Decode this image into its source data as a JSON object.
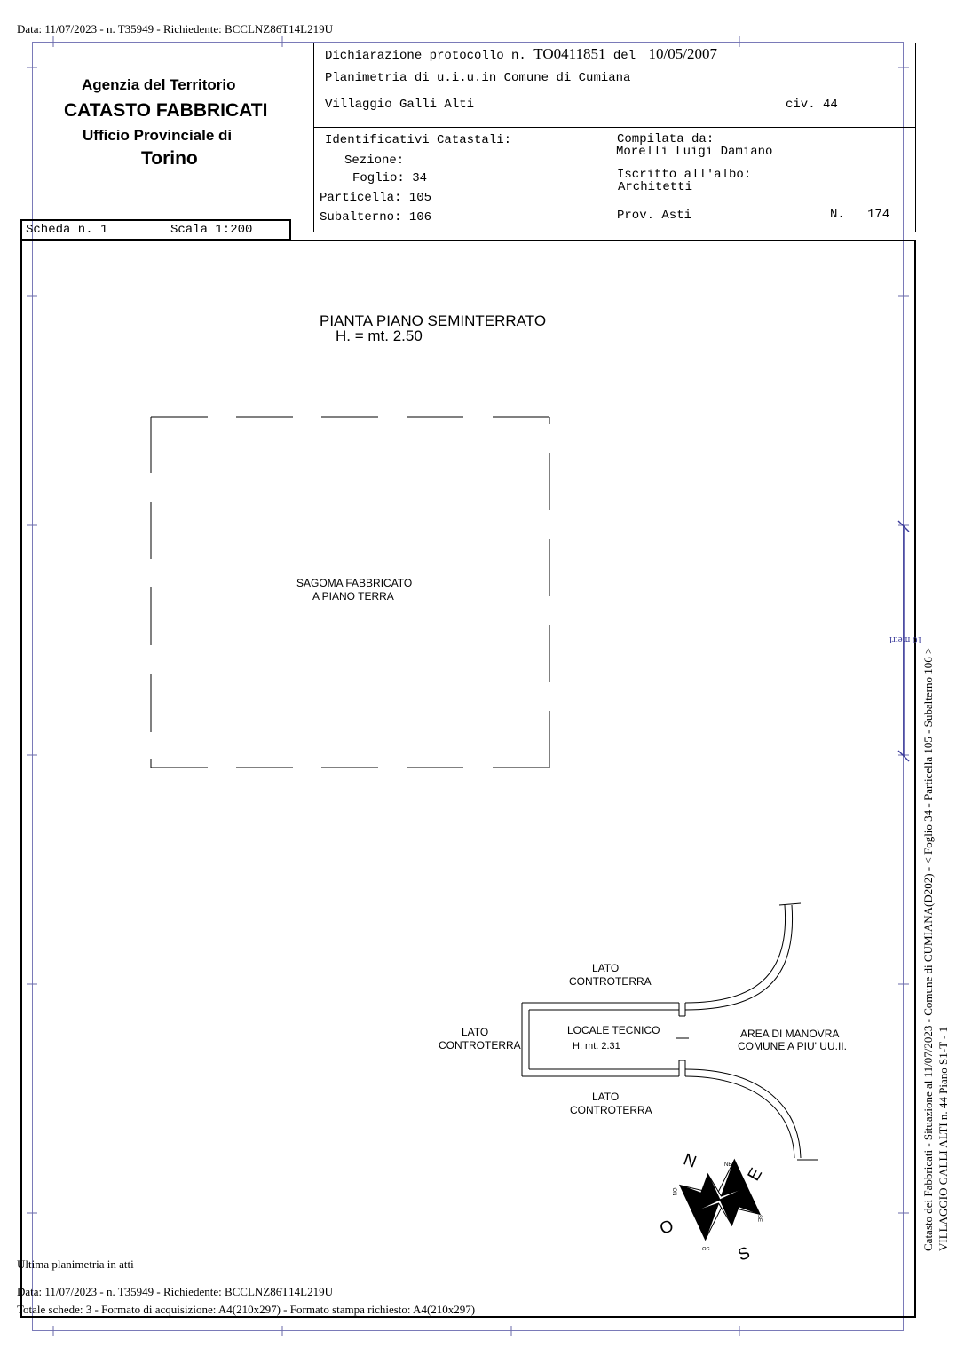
{
  "header_line": "Data: 11/07/2023 - n. T35949 - Richiedente: BCCLNZ86T14L219U",
  "agency": {
    "line1": "Agenzia del Territorio",
    "line2": "CATASTO FABBRICATI",
    "line3": "Ufficio Provinciale di",
    "line4": "Torino"
  },
  "declaration": {
    "prefix": "Dichiarazione protocollo n.",
    "number": "TO0411851",
    "del": "del",
    "date": "10/05/2007",
    "planimetria": "Planimetria di u.i.u.in Comune di Cumiana",
    "address": "Villaggio Galli Alti",
    "civ": "civ. 44"
  },
  "identifiers": {
    "title": "Identificativi Catastali:",
    "sezione": "Sezione:",
    "foglio": "Foglio: 34",
    "particella": "Particella: 105",
    "subalterno": "Subalterno: 106"
  },
  "compiler": {
    "label": "Compilata da:",
    "name": "Morelli Luigi Damiano",
    "albo_label": "Iscritto all'albo:",
    "albo": "Architetti",
    "prov": "Prov. Asti",
    "n_label": "N.",
    "n_value": "174"
  },
  "scheda": {
    "label": "Scheda n. 1",
    "scale": "Scala 1:200"
  },
  "plan": {
    "title": "PIANTA PIANO SEMINTERRATO",
    "height": "H. = mt. 2.50",
    "sagoma_1": "SAGOMA FABBRICATO",
    "sagoma_2": "A PIANO TERRA",
    "lato_top_1": "LATO",
    "lato_top_2": "CONTROTERRA",
    "lato_left_1": "LATO",
    "lato_left_2": "CONTROTERRA",
    "lato_bottom_1": "LATO",
    "lato_bottom_2": "CONTROTERRA",
    "locale_1": "LOCALE TECNICO",
    "locale_2": "H. mt. 2.31",
    "area_1": "AREA DI MANOVRA",
    "area_2": "COMUNE A PIU' UU.II.",
    "scale_bar": "10 metri"
  },
  "compass": {
    "n": "N",
    "e": "E",
    "s": "S",
    "o": "O",
    "ne": "NE",
    "no": "NO",
    "se": "SE",
    "so": "SO"
  },
  "side_text": {
    "line1": "Catasto dei Fabbricati - Situazione al 11/07/2023 - Comune di CUMIANA(D202) - < Foglio 34 - Particella 105 - Subalterno 106 >",
    "line2": "VILLAGGIO GALLI ALTI n. 44 Piano S1-T - 1"
  },
  "footer": {
    "ultima": "Ultima planimetria in atti",
    "data": "Data: 11/07/2023 - n. T35949 - Richiedente: BCCLNZ86T14L219U",
    "totale": "Totale schede: 3 - Formato di acquisizione: A4(210x297)  - Formato stampa richiesto: A4(210x297)"
  }
}
